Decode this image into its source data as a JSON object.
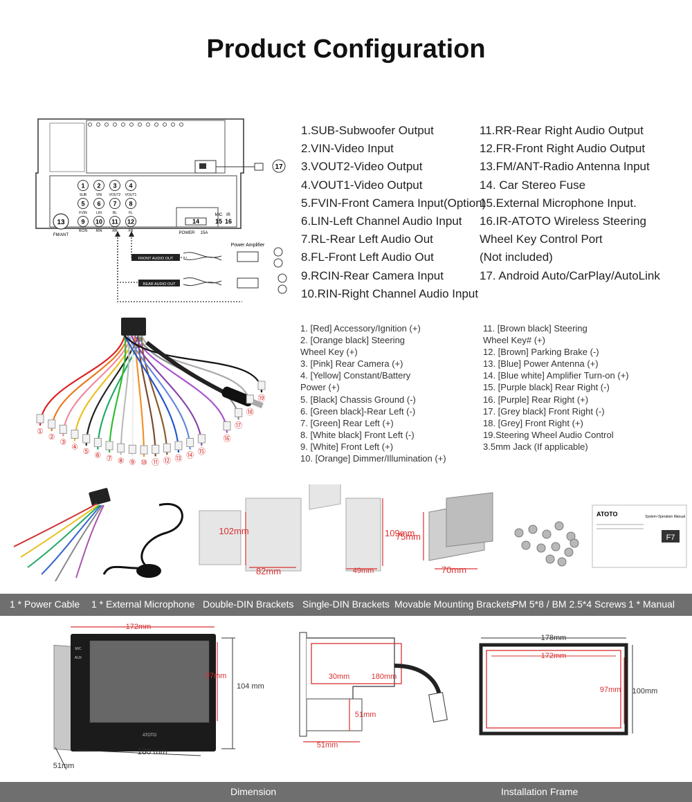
{
  "title": "Product Configuration",
  "diagram": {
    "port_numbers": [
      "1",
      "2",
      "3",
      "4",
      "5",
      "6",
      "7",
      "8",
      "9",
      "10",
      "11",
      "12"
    ],
    "port_sub_labels": [
      "SUB",
      "VIN",
      "VOUT2",
      "VOUT1",
      "FVIN",
      "LIN",
      "RL",
      "FL",
      "RCIN",
      "RIN",
      "RR",
      "FR"
    ],
    "antenna_label": "FM/ANT",
    "antenna_number": "13",
    "fuse_number": "14",
    "mic_label": "MIC",
    "ir_label": "IR",
    "mic_number": "15",
    "ir_number": "16",
    "usb_number": "17",
    "power_label": "POWER",
    "fuse_rating": "15A",
    "power_amp_label": "Power Amplifier",
    "front_audio_label": "FRONT AUDIO OUT",
    "rear_audio_label": "REAR AUDIO OUT"
  },
  "ports_left": [
    "1.SUB-Subwoofer Output",
    "2.VIN-Video Input",
    "3.VOUT2-Video Output",
    "4.VOUT1-Video Output",
    "5.FVIN-Front Camera Input(Option)",
    "6.LIN-Left  Channel  Audio Input",
    "7.RL-Rear Left  Audio Out",
    "8.FL-Front Left  Audio Out",
    "9.RCIN-Rear Camera Input",
    "10.RIN-Right Channel Audio Input"
  ],
  "ports_right": [
    "11.RR-Rear Right  Audio Output",
    "12.FR-Front Right  Audio Output",
    "13.FM/ANT-Radio  Antenna Input",
    "14. Car Stereo Fuse",
    "15.External Microphone Input.",
    "16.IR-ATOTO Wireless Steering",
    " Wheel Key Control Port",
    "(Not included)",
    "17. Android Auto/CarPlay/AutoLink"
  ],
  "harness_numbers": [
    "①",
    "②",
    "③",
    "④",
    "⑤",
    "⑥",
    "⑦",
    "⑧",
    "⑨",
    "⑩",
    "⑪",
    "⑫",
    "⑬",
    "⑭",
    "⑮",
    "⑯",
    "⑰",
    "⑱",
    "⑲"
  ],
  "wires_left": [
    "1. [Red] Accessory/Ignition (+)",
    "2. [Orange black] Steering",
    "    Wheel Key (+)",
    "3. [Pink] Rear Camera (+)",
    "4. [Yellow] Constant/Battery",
    "    Power (+)",
    "5. [Black] Chassis Ground (-)",
    "6. [Green black]-Rear Left (-)",
    "7. [Green] Rear Left (+)",
    "8. [White black] Front Left (-)",
    "9. [White] Front Left (+)",
    "10. [Orange] Dimmer/Illumination (+)"
  ],
  "wires_right": [
    "11. [Brown black] Steering",
    "     Wheel Key# (+)",
    "12. [Brown] Parking Brake (-)",
    "13. [Blue] Power Antenna (+)",
    "14. [Blue white] Amplifier Turn-on (+)",
    "15. [Purple black] Rear Right (-)",
    "16. [Purple] Rear Right (+)",
    "17. [Grey black] Front Right (-)",
    "18. [Grey] Front Right (+)",
    "19.Steering Wheel Audio Control",
    "     3.5mm Jack (If applicable)"
  ],
  "accessories": {
    "dims": {
      "double_h": "102mm",
      "double_w": "82mm",
      "single_h": "109mm",
      "single_w": "49mm",
      "movable_h": "75mm",
      "movable_w": "70mm"
    },
    "manual": {
      "brand": "ATOTO",
      "title": "System Operation Manual",
      "model": "F7"
    },
    "labels": [
      "1 * Power Cable",
      "1 * External Microphone",
      "Double-DIN Brackets",
      "Single-DIN Brackets",
      "Movable Mounting Brackets",
      "PM 5*8 / BM 2.5*4 Screws",
      "1 * Manual"
    ]
  },
  "dimension": {
    "front_width": "172mm",
    "front_inner_h": "97mm",
    "front_h": "104 mm",
    "body_width": "180 mm",
    "depth": "51mm",
    "unit_brand": "ATOTO",
    "mic_label": "MIC",
    "aux_label": "AUX",
    "side_30": "30mm",
    "side_180": "180mm",
    "side_51v": "51mm",
    "side_51h": "51mm",
    "frame_outer_w": "178mm",
    "frame_inner_w": "172mm",
    "frame_inner_h": "97mm",
    "frame_outer_h": "100mm"
  },
  "bottom_labels": [
    "Dimension",
    "Installation Frame"
  ]
}
